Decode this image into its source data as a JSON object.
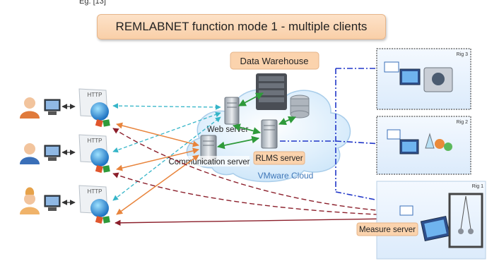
{
  "header": {
    "top_fragment": "Eg. [13]",
    "title": "REMLABNET function mode 1 - multiple clients"
  },
  "nodes": {
    "data_warehouse": "Data Warehouse",
    "web_server": "Web server",
    "communication_server": "Communication server",
    "rlms_server": "RLMS server",
    "vmware_cloud": "VMware Cloud",
    "measure_server": "Measure server",
    "http_label": "HTTP",
    "rig_1": "Rig 1",
    "rig_2": "Rig 2",
    "rig_3": "Rig 3"
  },
  "colors": {
    "title_bg": "#fbd7b5",
    "label_bg": "#fbd3ad",
    "cloud": "#d6ecfb",
    "cyan_dash": "#35b5c8",
    "orange_line": "#e8843c",
    "darkred_dash": "#8b1e2a",
    "green_line": "#2f9a3a",
    "blue_dashdot": "#2036c8",
    "rig_bg": "#e9f3fd"
  },
  "icons": [
    "user-icon",
    "computer-icon",
    "http-browser-icon",
    "server-icon",
    "database-icon",
    "rack-icon",
    "rig-icon"
  ]
}
